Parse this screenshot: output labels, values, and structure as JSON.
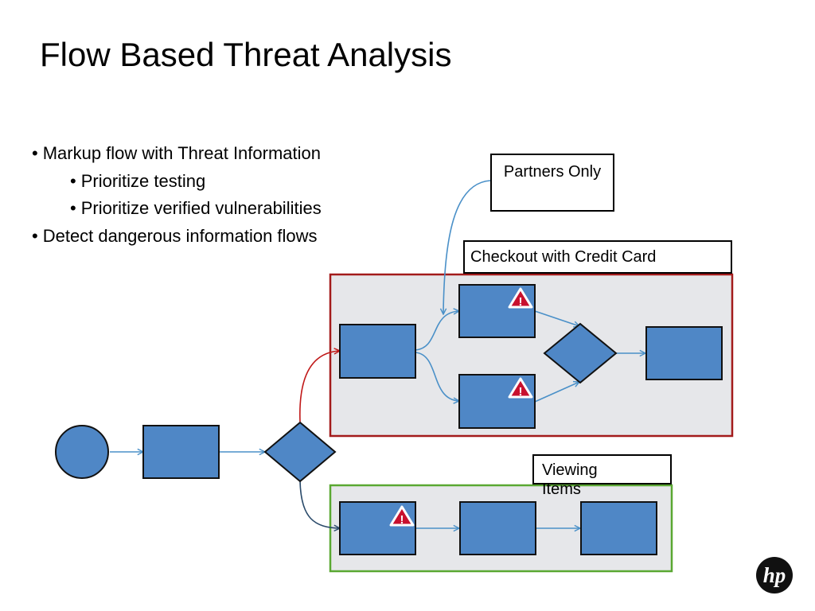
{
  "title": "Flow Based Threat Analysis",
  "bullets": {
    "bullet_glyph": "•",
    "item1": "Markup flow with Threat Information",
    "item1_sub1": "Prioritize testing",
    "item1_sub2": "Prioritize verified vulnerabilities",
    "item2": "Detect dangerous information flows"
  },
  "callouts": {
    "partners": "Partners Only",
    "checkout": "Checkout with Credit Card",
    "viewing": "Viewing Items"
  },
  "warning_glyph": "!",
  "logo_text": "hp",
  "colors": {
    "node_fill": "#4f87c6",
    "node_stroke": "#111111",
    "connector_blue": "#4a90c8",
    "connector_red": "#c01818",
    "connector_dark": "#2a4a6a",
    "checkout_border": "#a31b1b",
    "viewing_border": "#5aa832",
    "panel_fill": "#e6e7ea",
    "warning_red": "#c8102e"
  }
}
